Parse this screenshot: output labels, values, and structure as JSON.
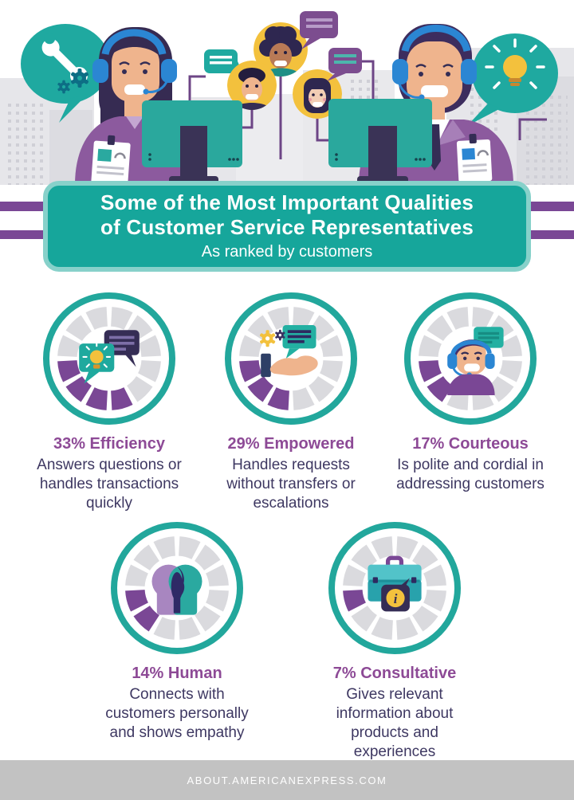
{
  "banner": {
    "title_line1": "Some of the Most Important Qualities",
    "title_line2": "of Customer Service Representatives",
    "subtitle": "As ranked by customers",
    "bg": "#16a69b",
    "border": "#87d1ca",
    "stripe_color": "#7a4795"
  },
  "chart_data": {
    "type": "donut-grid",
    "title": "Some of the Most Important Qualities of Customer Service Representatives",
    "subtitle": "As ranked by customers",
    "unit": "percent",
    "segments_per_ring": 12,
    "categories": [
      "Efficiency",
      "Empowered",
      "Courteous",
      "Human",
      "Consultative"
    ],
    "values": [
      33,
      29,
      17,
      14,
      7
    ],
    "descriptions": [
      "Answers questions or handles transactions quickly",
      "Handles requests without transfers or escalations",
      "Is polite and cordial in addressing customers",
      "Connects with customers personally and shows empathy",
      "Gives relevant information about products and experiences"
    ],
    "filled_color": "#7a4795",
    "empty_color": "#dadade",
    "ring_color": "#22a79c"
  },
  "stats": {
    "info_glyph": "i",
    "items": [
      {
        "headline": "33% Efficiency",
        "description": "Answers questions or handles transactions quickly",
        "icon": "chat-bubbles-lightbulb-icon"
      },
      {
        "headline": "29% Empowered",
        "description": "Handles requests without transfers or escalations",
        "icon": "hand-chat-bubble-gears-icon"
      },
      {
        "headline": "17% Courteous",
        "description": "Is polite and cordial in addressing customers",
        "icon": "agent-headset-chat-icon"
      },
      {
        "headline": "14% Human",
        "description": "Connects with customers personally and shows empathy",
        "icon": "two-heads-icon"
      },
      {
        "headline": "7% Consultative",
        "description": "Gives relevant information about products and experiences",
        "icon": "briefcase-info-bubble-icon"
      }
    ]
  },
  "footer": {
    "url": "ABOUT.AMERICANEXPRESS.COM",
    "bg": "#c2c2c2"
  }
}
